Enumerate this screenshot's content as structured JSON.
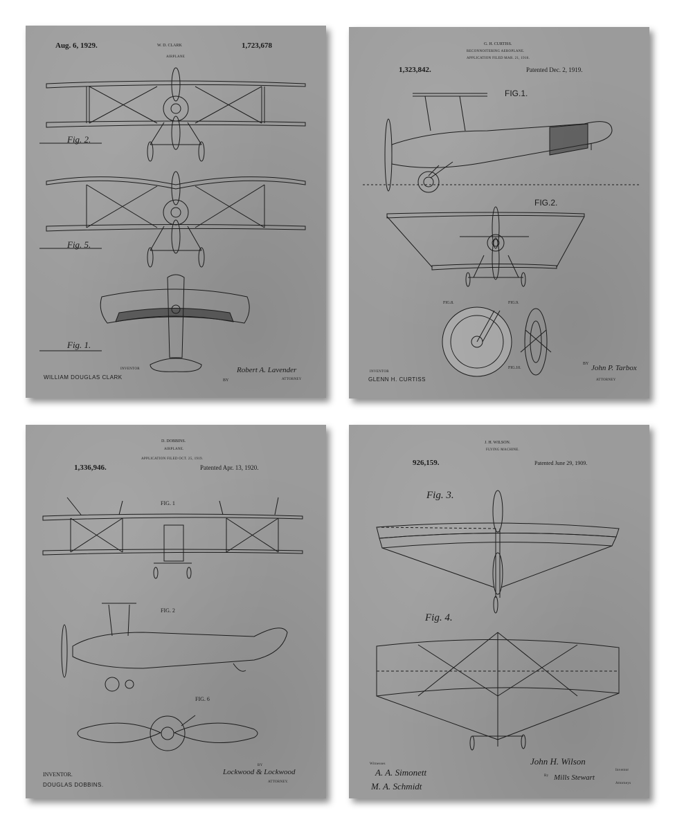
{
  "panels": [
    {
      "patent_date": "Aug. 6, 1929.",
      "inventor_header": "W. D. CLARK",
      "title": "AIRPLANE",
      "patent_number": "1,723,678",
      "figures": [
        "Fig. 2.",
        "Fig. 5.",
        "Fig. 1."
      ],
      "inventor_label": "INVENTOR",
      "inventor_name": "WILLIAM DOUGLAS CLARK",
      "by_label": "BY",
      "signature": "Robert A. Lavender",
      "attorney_label": "ATTORNEY"
    },
    {
      "inventor_header": "G. H. CURTISS.",
      "title": "RECONNOITERING AEROPLANE.",
      "application": "APPLICATION FILED MAR. 21, 1916.",
      "patent_number": "1,323,842.",
      "patent_date": "Patented Dec. 2, 1919.",
      "figures": [
        "FIG.1.",
        "FIG.2.",
        "FIG.8.",
        "FIG.9.",
        "FIG.10."
      ],
      "inventor_label": "INVENTOR",
      "inventor_name": "GLENN H. CURTISS",
      "by_label": "BY",
      "signature": "John P. Tarbox",
      "attorney_label": "ATTORNEY"
    },
    {
      "inventor_header": "D. DOBBINS.",
      "title": "AIRPLANE.",
      "application": "APPLICATION FILED OCT. 25, 1919.",
      "patent_number": "1,336,946.",
      "patent_date": "Patented Apr. 13, 1920.",
      "figures": [
        "FIG. 1",
        "FIG. 2",
        "FIG. 6"
      ],
      "inventor_label": "INVENTOR.",
      "inventor_name": "DOUGLAS DOBBINS.",
      "by_label": "BY",
      "signature": "Lockwood & Lockwood",
      "attorney_label": "ATTORNEY."
    },
    {
      "inventor_header": "J. H. WILSON.",
      "title": "FLYING MACHINE.",
      "patent_number": "926,159.",
      "patent_date": "Patented June 29, 1909.",
      "figures": [
        "Fig. 3.",
        "Fig. 4."
      ],
      "witnesses_label": "Witnesses",
      "witness_1": "A. A. Simonett",
      "witness_2": "M. A. Schmidt",
      "inventor_signature": "John H. Wilson",
      "inventor_label": "Inventor",
      "by_label": "By",
      "attorney_signature": "Mills Stewart",
      "attorney_label": "Attorneys"
    }
  ]
}
